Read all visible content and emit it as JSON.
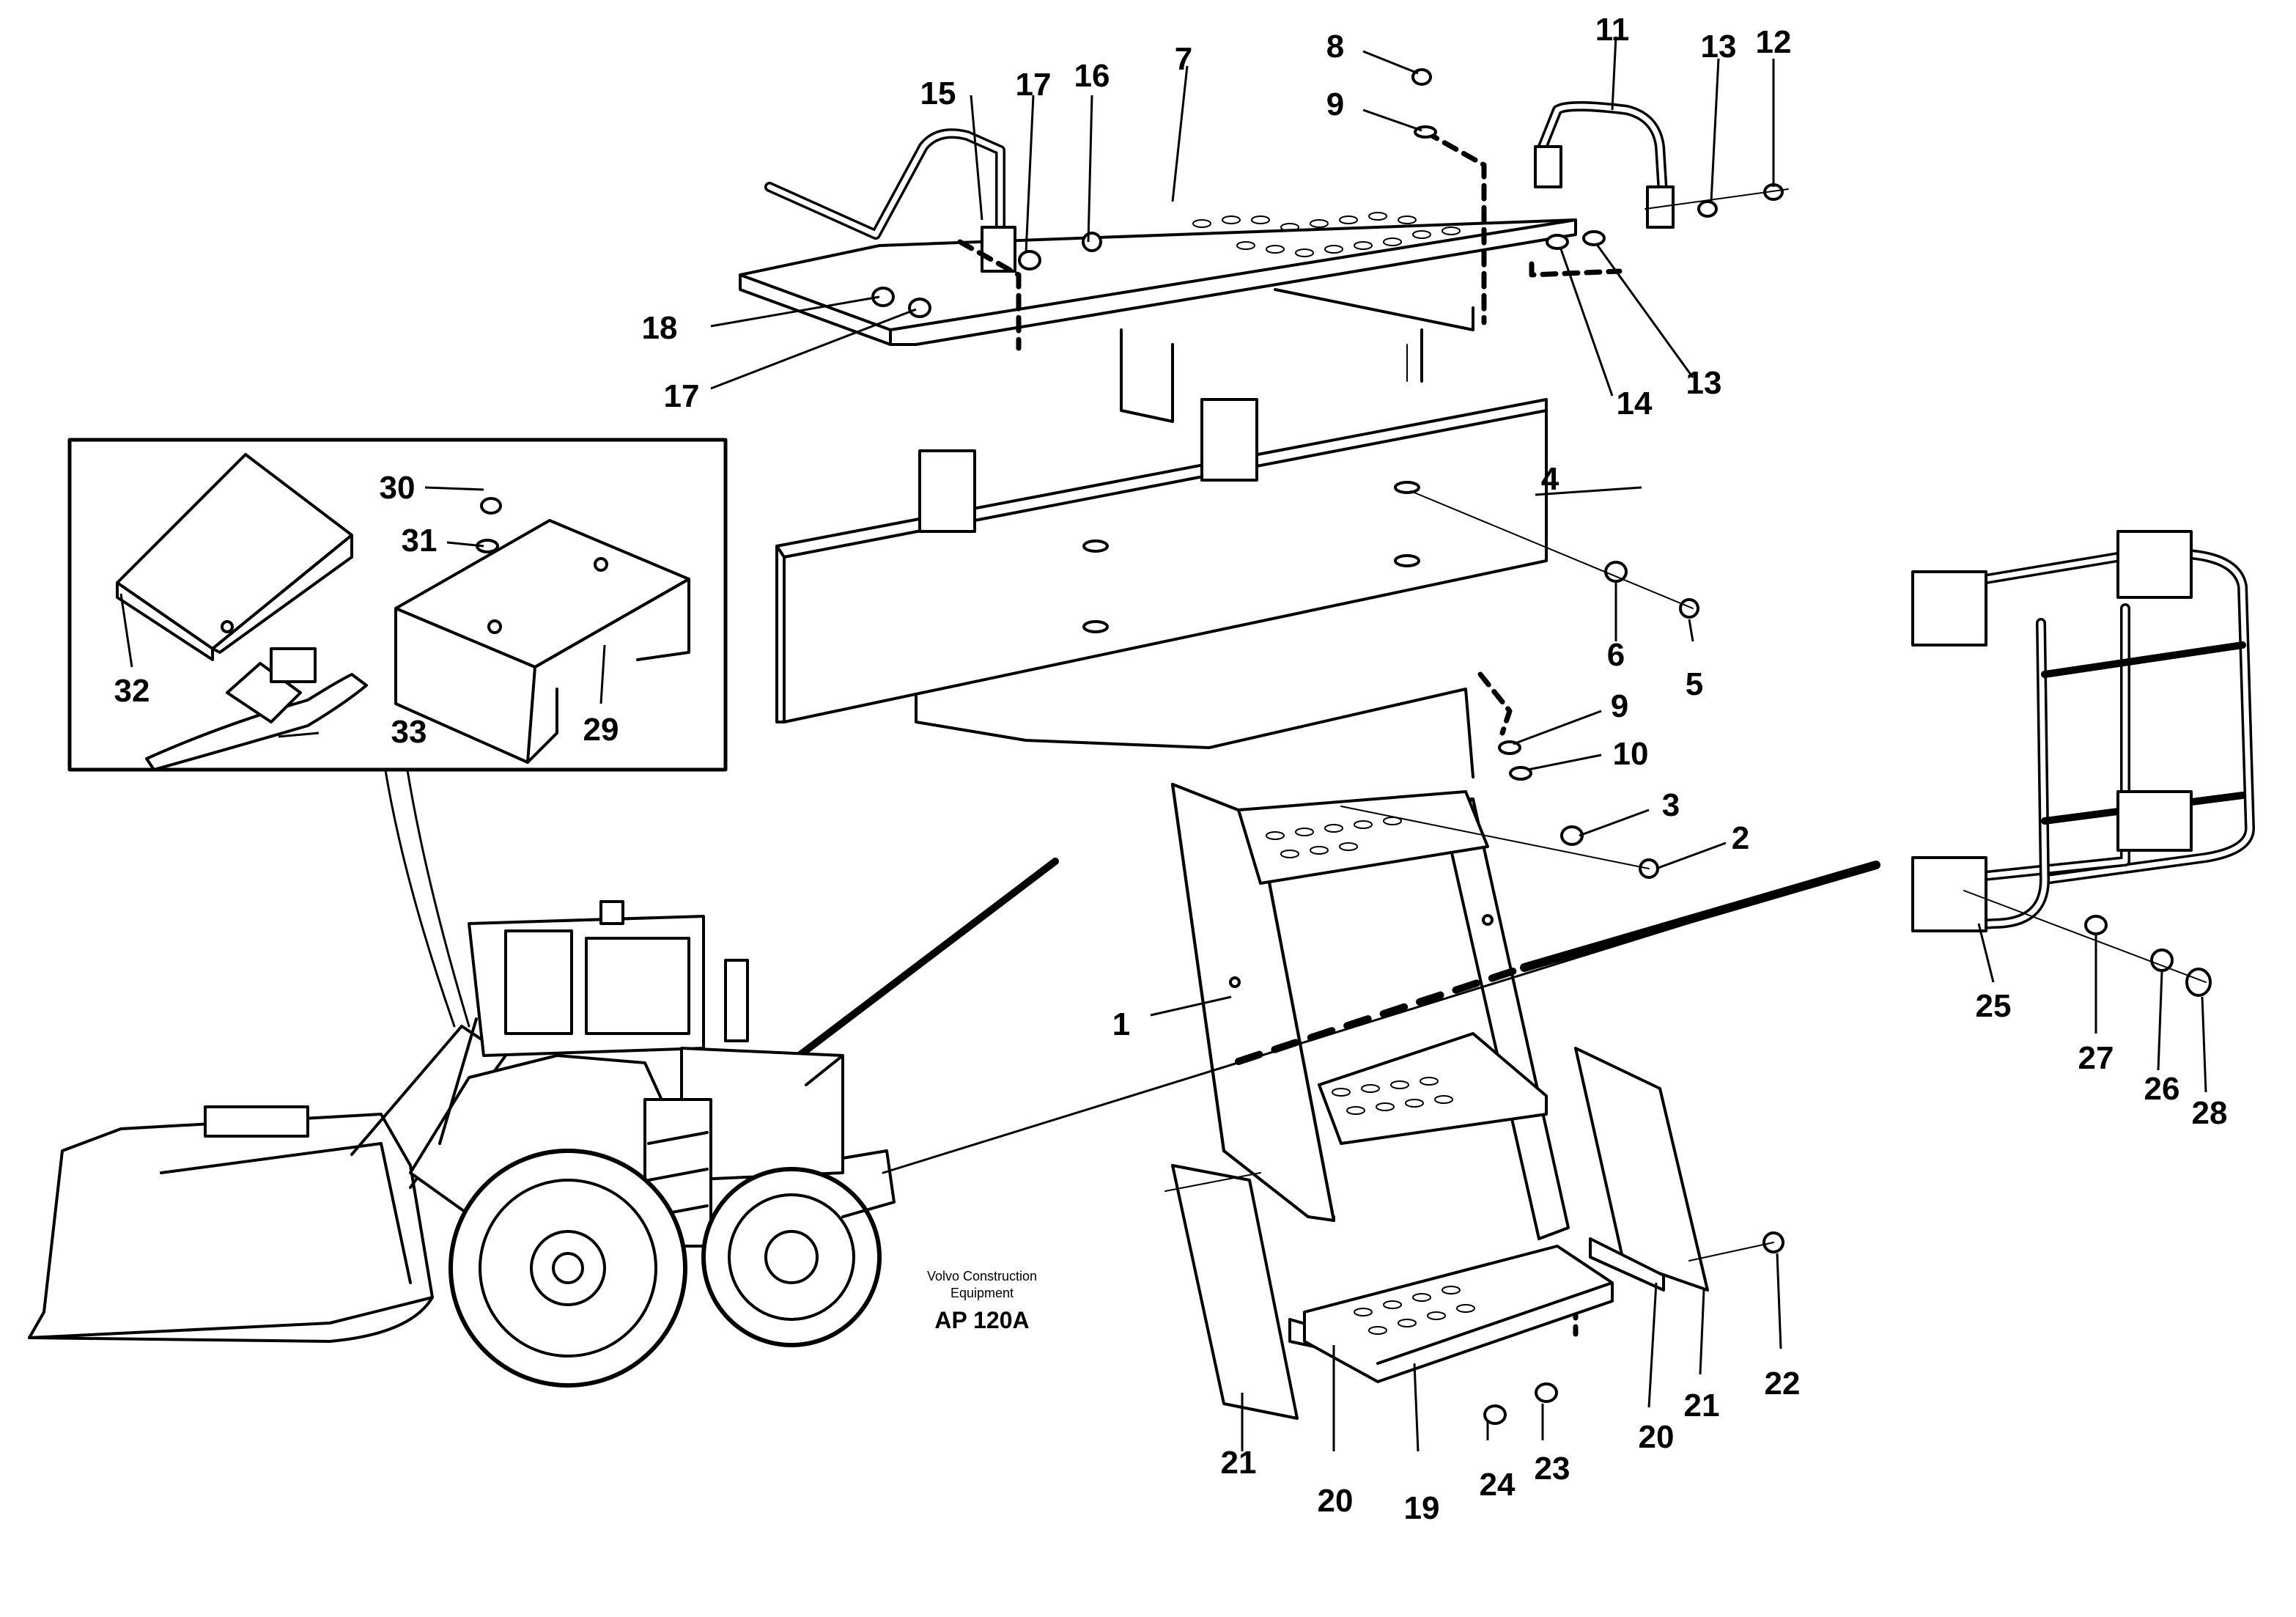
{
  "caption": {
    "brand_line1": "Volvo Construction",
    "brand_line2": "Equipment",
    "code": "AP 120A"
  },
  "callouts": [
    {
      "id": "1",
      "label": "1"
    },
    {
      "id": "2",
      "label": "2"
    },
    {
      "id": "3",
      "label": "3"
    },
    {
      "id": "4",
      "label": "4"
    },
    {
      "id": "5",
      "label": "5"
    },
    {
      "id": "6",
      "label": "6"
    },
    {
      "id": "7",
      "label": "7"
    },
    {
      "id": "8",
      "label": "8"
    },
    {
      "id": "9a",
      "label": "9"
    },
    {
      "id": "9b",
      "label": "9"
    },
    {
      "id": "10",
      "label": "10"
    },
    {
      "id": "11",
      "label": "11"
    },
    {
      "id": "12",
      "label": "12"
    },
    {
      "id": "13a",
      "label": "13"
    },
    {
      "id": "13b",
      "label": "13"
    },
    {
      "id": "14",
      "label": "14"
    },
    {
      "id": "15",
      "label": "15"
    },
    {
      "id": "16",
      "label": "16"
    },
    {
      "id": "17a",
      "label": "17"
    },
    {
      "id": "17b",
      "label": "17"
    },
    {
      "id": "18",
      "label": "18"
    },
    {
      "id": "19",
      "label": "19"
    },
    {
      "id": "20a",
      "label": "20"
    },
    {
      "id": "20b",
      "label": "20"
    },
    {
      "id": "21a",
      "label": "21"
    },
    {
      "id": "21b",
      "label": "21"
    },
    {
      "id": "22",
      "label": "22"
    },
    {
      "id": "23",
      "label": "23"
    },
    {
      "id": "24",
      "label": "24"
    },
    {
      "id": "25",
      "label": "25"
    },
    {
      "id": "26",
      "label": "26"
    },
    {
      "id": "27",
      "label": "27"
    },
    {
      "id": "28",
      "label": "28"
    },
    {
      "id": "29",
      "label": "29"
    },
    {
      "id": "30",
      "label": "30"
    },
    {
      "id": "31",
      "label": "31"
    },
    {
      "id": "32",
      "label": "32"
    },
    {
      "id": "33",
      "label": "33"
    }
  ]
}
